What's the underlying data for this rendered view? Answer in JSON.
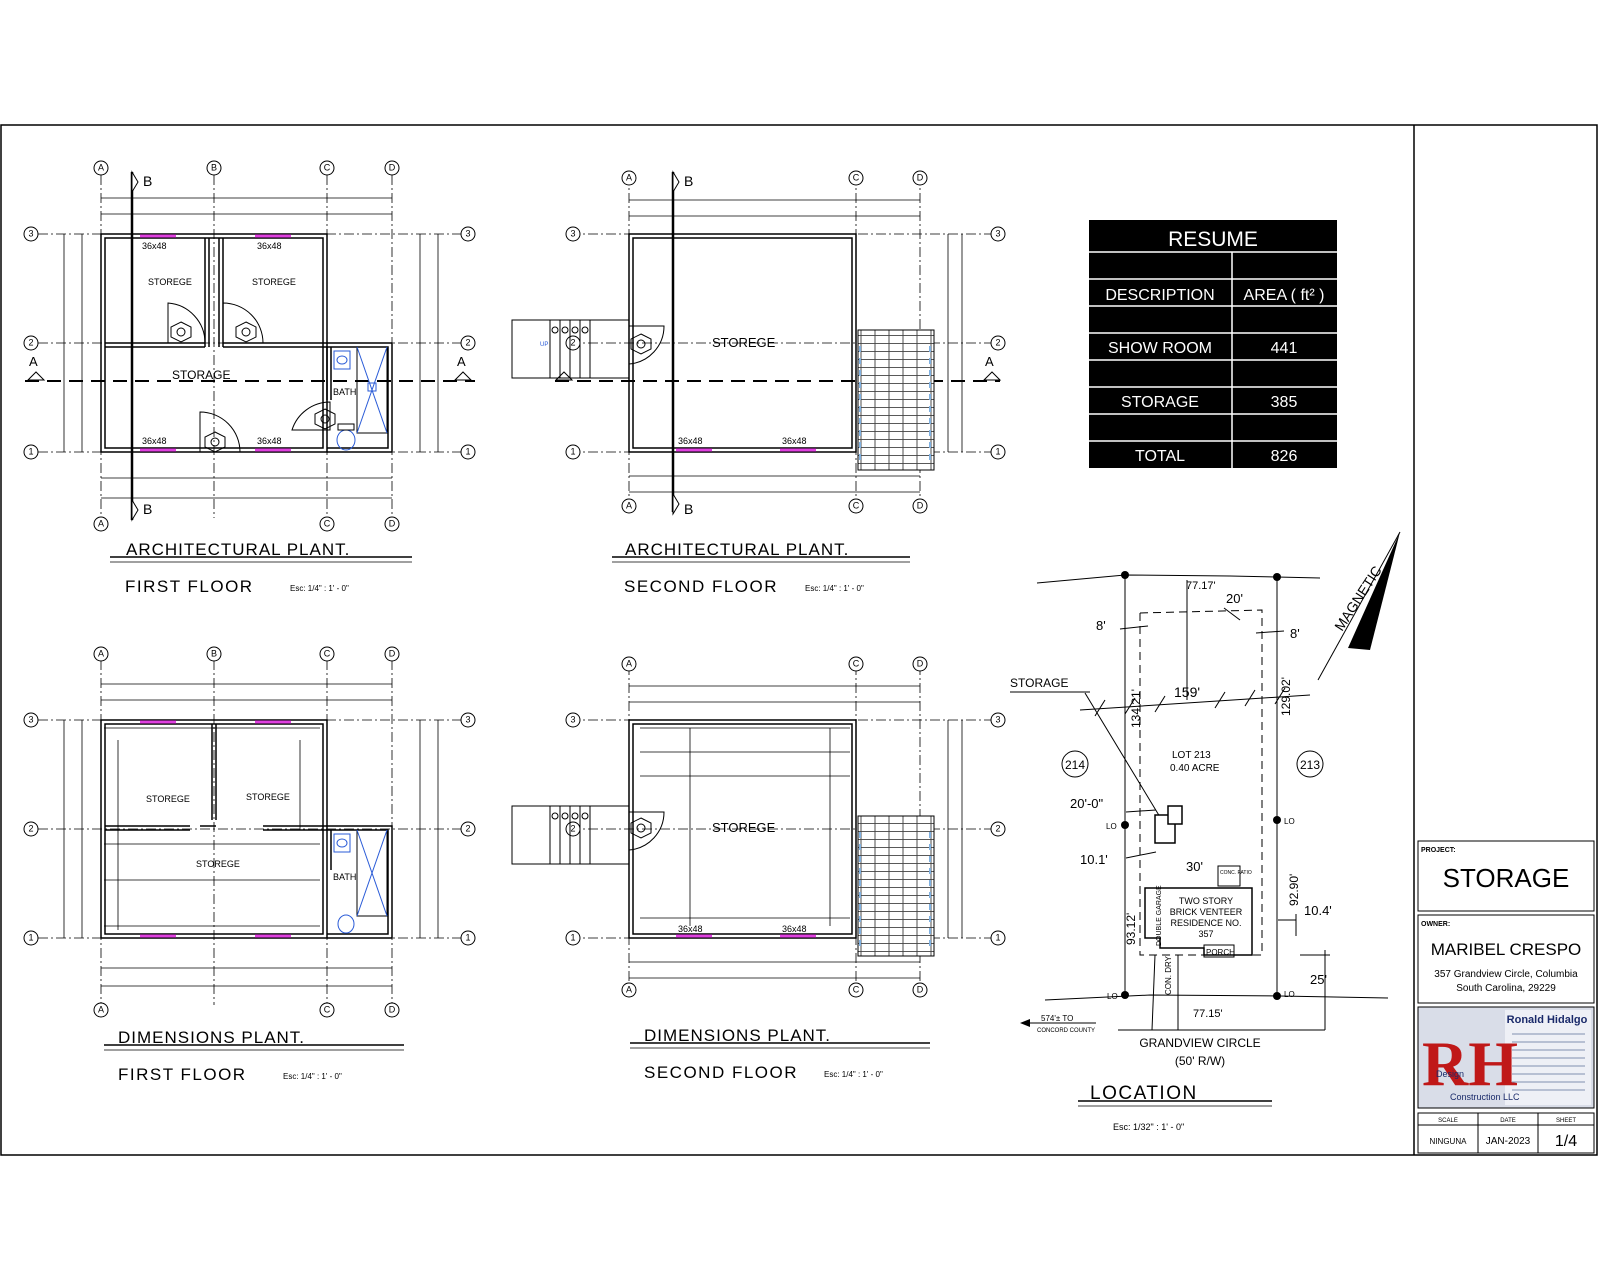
{
  "grid_labels": {
    "a": "A",
    "b": "B",
    "c": "C",
    "d": "D",
    "r1": "1",
    "r2": "2",
    "r3": "3"
  },
  "section_marks": {
    "a": "A",
    "b": "B"
  },
  "rooms": {
    "storege": "STOREGE",
    "storage": "STORAGE",
    "bath": "BATH",
    "window": "36x48",
    "stair_up": "UP"
  },
  "plan_titles": {
    "arch_first": {
      "title": "ARCHITECTURAL PLANT.",
      "subtitle": "FIRST FLOOR",
      "scale": "Esc: 1/4\" : 1' - 0\""
    },
    "arch_second": {
      "title": "ARCHITECTURAL PLANT.",
      "subtitle": "SECOND FLOOR",
      "scale": "Esc: 1/4\" : 1' - 0\""
    },
    "dim_first": {
      "title": "DIMENSIONS PLANT.",
      "subtitle": "FIRST FLOOR",
      "scale": "Esc: 1/4\" : 1' - 0\""
    },
    "dim_second": {
      "title": "DIMENSIONS PLANT.",
      "subtitle": "SECOND FLOOR",
      "scale": "Esc: 1/4\" : 1' - 0\""
    },
    "location": {
      "title": "LOCATION",
      "scale": "Esc: 1/32\" : 1' - 0\""
    }
  },
  "resume": {
    "title": "RESUME",
    "col1": "DESCRIPTION",
    "col2": "AREA ( ft² )",
    "rows": [
      {
        "desc": "SHOW ROOM",
        "area": "441"
      },
      {
        "desc": "STORAGE",
        "area": "385"
      },
      {
        "desc": "TOTAL",
        "area": "826"
      }
    ]
  },
  "site": {
    "top_dim": "77.17'",
    "setback_20": "20'",
    "left_8": "8'",
    "right_8": "8'",
    "magnetic": "MAGNETIC",
    "storage_label": "STORAGE",
    "width_159": "159'",
    "left_depth": "134.21'",
    "right_depth": "129.02'",
    "lot_left": "214",
    "lot_right": "213",
    "lot_name": "LOT 213",
    "lot_area": "0.40 ACRE",
    "dim_20_0": "20'-0\"",
    "dim_10_1": "10.1'",
    "dim_30": "30'",
    "patio": "CONC. PATIO",
    "res_1": "TWO STORY",
    "res_2": "BRICK VENTEER",
    "res_3": "RESIDENCE NO.",
    "res_4": "357",
    "garage": "DOUBLE GARAGE",
    "porch": "PORCH",
    "drive": "CON. DRY",
    "lower_left": "93.12'",
    "lower_right": "92.90'",
    "dim_10_4": "10.4'",
    "dim_25": "25'",
    "bottom_dim": "77.15'",
    "lo": "LO",
    "to_county_1": "574'± TO",
    "to_county_2": "CONCORD COUNTY",
    "street": "GRANDVIEW CIRCLE",
    "row": "(50' R/W)"
  },
  "title_block": {
    "project_label": "PROJECT:",
    "project": "STORAGE",
    "owner_label": "OWNER:",
    "owner": "MARIBEL CRESPO",
    "address_1": "357 Grandview Circle, Columbia",
    "address_2": "South Carolina, 29229",
    "logo_initials": "RH",
    "logo_name": "Ronald Hidalgo",
    "logo_design": "Design",
    "logo_construction": "Construction LLC",
    "scale_label": "SCALE",
    "date_label": "DATE",
    "sheet_label": "SHEET",
    "scale": "NINGUNA",
    "date": "JAN-2023",
    "sheet": "1/4"
  },
  "colors": {
    "line": "#000000",
    "window": "#e040e0",
    "fixture": "#2a5bd7",
    "resume_bg": "#000000",
    "resume_fg": "#ffffff",
    "logo_red": "#c01818"
  }
}
